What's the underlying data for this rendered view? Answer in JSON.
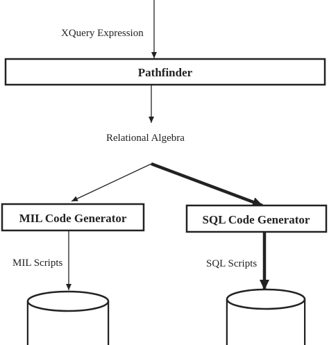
{
  "diagram": {
    "nodes": {
      "pathfinder": "Pathfinder",
      "mil_generator": "MIL Code Generator",
      "sql_generator": "SQL Code Generator"
    },
    "edge_labels": {
      "xquery": "XQuery Expression",
      "relational_algebra": "Relational Algebra",
      "mil_scripts": "MIL Scripts",
      "sql_scripts": "SQL Scripts"
    },
    "colors": {
      "line": "#222222",
      "fill": "#ffffff"
    }
  }
}
